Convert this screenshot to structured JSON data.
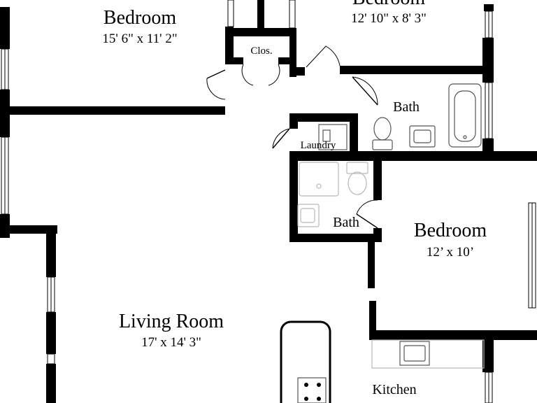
{
  "rooms": {
    "bedroom_top_left": {
      "name": "Bedroom",
      "dims": "15' 6\" x 11' 2\""
    },
    "bedroom_top_right": {
      "name": "Bedroom",
      "dims": "12' 10\" x 8' 3\""
    },
    "closet": {
      "name": "Clos."
    },
    "bath_upper": {
      "name": "Bath"
    },
    "laundry": {
      "name": "Laundry"
    },
    "bath_lower": {
      "name": "Bath"
    },
    "bedroom_right": {
      "name": "Bedroom",
      "dims": "12’ x 10’"
    },
    "living_room": {
      "name": "Living Room",
      "dims": "17' x 14' 3\""
    },
    "kitchen": {
      "name": "Kitchen"
    }
  },
  "colors": {
    "wall": "#000000",
    "fixture": "#555555",
    "fixture_light": "#b8b8b8",
    "background": "#ffffff"
  }
}
